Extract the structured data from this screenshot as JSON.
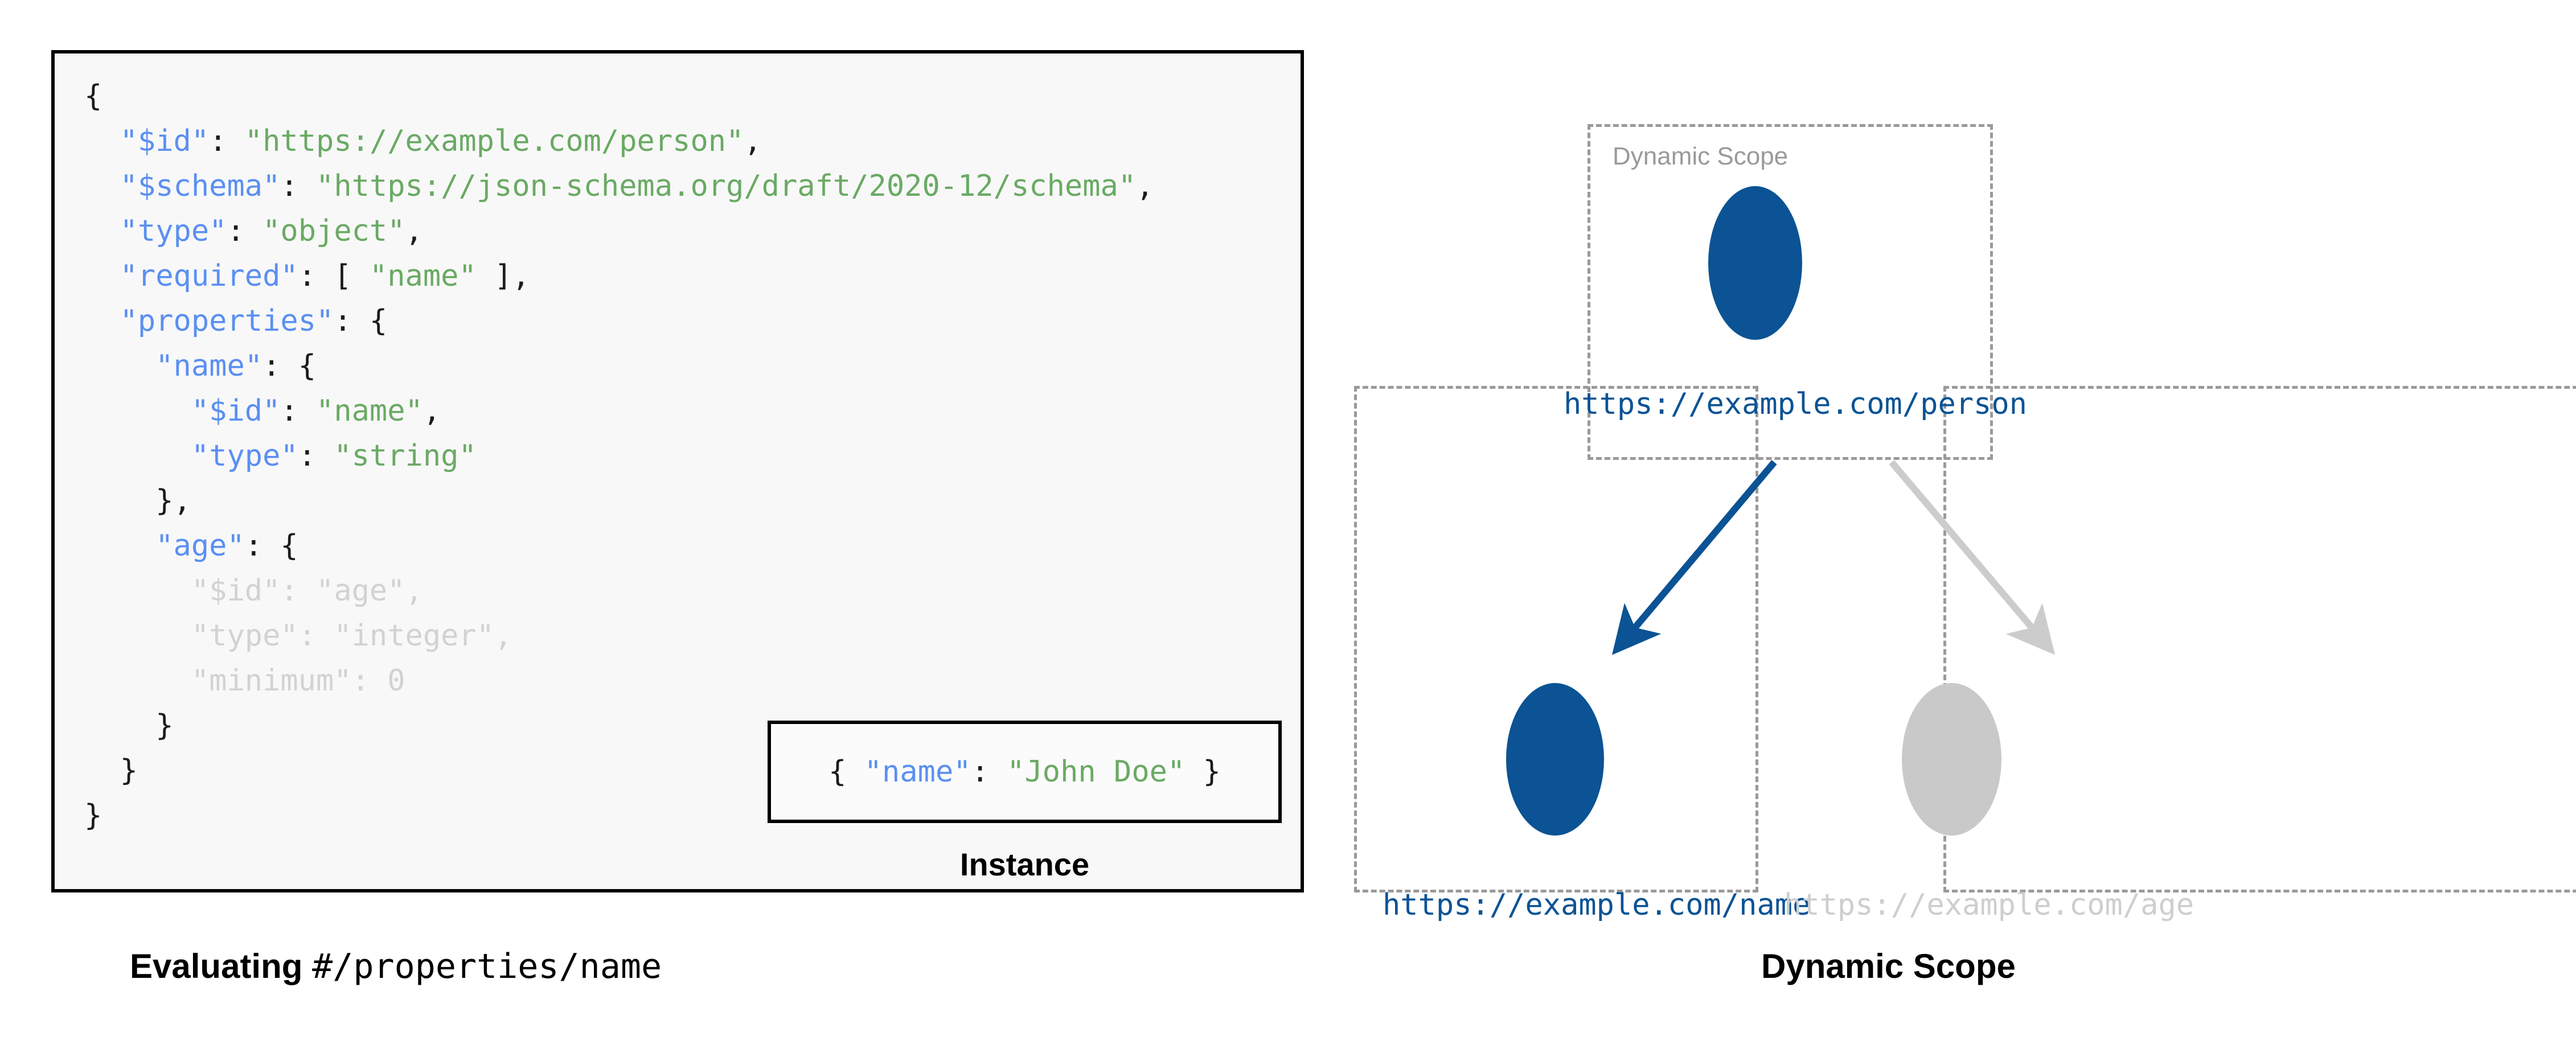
{
  "left": {
    "schema_code_lines": [
      [
        {
          "t": "{",
          "c": "punct"
        }
      ],
      [
        {
          "t": "  ",
          "c": "punct"
        },
        {
          "t": "\"$id\"",
          "c": "key"
        },
        {
          "t": ": ",
          "c": "punct"
        },
        {
          "t": "\"https://example.com/person\"",
          "c": "str"
        },
        {
          "t": ",",
          "c": "punct"
        }
      ],
      [
        {
          "t": "  ",
          "c": "punct"
        },
        {
          "t": "\"$schema\"",
          "c": "key"
        },
        {
          "t": ": ",
          "c": "punct"
        },
        {
          "t": "\"https://json-schema.org/draft/2020-12/schema\"",
          "c": "str"
        },
        {
          "t": ",",
          "c": "punct"
        }
      ],
      [
        {
          "t": "  ",
          "c": "punct"
        },
        {
          "t": "\"type\"",
          "c": "key"
        },
        {
          "t": ": ",
          "c": "punct"
        },
        {
          "t": "\"object\"",
          "c": "str"
        },
        {
          "t": ",",
          "c": "punct"
        }
      ],
      [
        {
          "t": "  ",
          "c": "punct"
        },
        {
          "t": "\"required\"",
          "c": "key"
        },
        {
          "t": ": [ ",
          "c": "punct"
        },
        {
          "t": "\"name\"",
          "c": "str"
        },
        {
          "t": " ],",
          "c": "punct"
        }
      ],
      [
        {
          "t": "  ",
          "c": "punct"
        },
        {
          "t": "\"properties\"",
          "c": "key"
        },
        {
          "t": ": {",
          "c": "punct"
        }
      ],
      [
        {
          "t": "    ",
          "c": "punct"
        },
        {
          "t": "\"name\"",
          "c": "key"
        },
        {
          "t": ": {",
          "c": "punct"
        }
      ],
      [
        {
          "t": "      ",
          "c": "punct"
        },
        {
          "t": "\"$id\"",
          "c": "key"
        },
        {
          "t": ": ",
          "c": "punct"
        },
        {
          "t": "\"name\"",
          "c": "str"
        },
        {
          "t": ",",
          "c": "punct"
        }
      ],
      [
        {
          "t": "      ",
          "c": "punct"
        },
        {
          "t": "\"type\"",
          "c": "key"
        },
        {
          "t": ": ",
          "c": "punct"
        },
        {
          "t": "\"string\"",
          "c": "str"
        }
      ],
      [
        {
          "t": "    },",
          "c": "punct"
        }
      ],
      [
        {
          "t": "    ",
          "c": "punct"
        },
        {
          "t": "\"age\"",
          "c": "key"
        },
        {
          "t": ": {",
          "c": "punct"
        }
      ],
      [
        {
          "t": "      ",
          "c": "dim"
        },
        {
          "t": "\"$id\"",
          "c": "dim"
        },
        {
          "t": ": ",
          "c": "dim"
        },
        {
          "t": "\"age\"",
          "c": "dim"
        },
        {
          "t": ",",
          "c": "dim"
        }
      ],
      [
        {
          "t": "      ",
          "c": "dim"
        },
        {
          "t": "\"type\"",
          "c": "dim"
        },
        {
          "t": ": ",
          "c": "dim"
        },
        {
          "t": "\"integer\"",
          "c": "dim"
        },
        {
          "t": ",",
          "c": "dim"
        }
      ],
      [
        {
          "t": "      ",
          "c": "dim"
        },
        {
          "t": "\"minimum\"",
          "c": "dim"
        },
        {
          "t": ": ",
          "c": "dim"
        },
        {
          "t": "0",
          "c": "dim"
        }
      ],
      [
        {
          "t": "    }",
          "c": "punct"
        }
      ],
      [
        {
          "t": "  }",
          "c": "punct"
        }
      ],
      [
        {
          "t": "}",
          "c": "punct"
        }
      ]
    ],
    "instance": {
      "code_tokens": [
        {
          "t": "{ ",
          "c": "punct"
        },
        {
          "t": "\"name\"",
          "c": "key"
        },
        {
          "t": ": ",
          "c": "punct"
        },
        {
          "t": "\"John Doe\"",
          "c": "str"
        },
        {
          "t": " }",
          "c": "punct"
        }
      ],
      "label": "Instance"
    },
    "caption_bold": "Evaluating ",
    "caption_mono": "#/properties/name"
  },
  "right": {
    "scope_root_label": "Dynamic Scope",
    "nodes": {
      "person": {
        "label": "https://example.com/person"
      },
      "name": {
        "label": "https://example.com/name"
      },
      "age": {
        "label": "https://example.com/age"
      }
    },
    "caption": "Dynamic Scope"
  },
  "colors": {
    "accent_blue": "#0b5394",
    "muted_gray": "#c9c9c9",
    "label_gray": "#cecece",
    "dashed_border": "#9a9a9a",
    "code_key_blue": "#5b8ff2",
    "code_string_green": "#6aaa64",
    "code_dim": "#d2d2d2",
    "panel_bg": "#f8f8f8",
    "panel_border": "#000000"
  }
}
